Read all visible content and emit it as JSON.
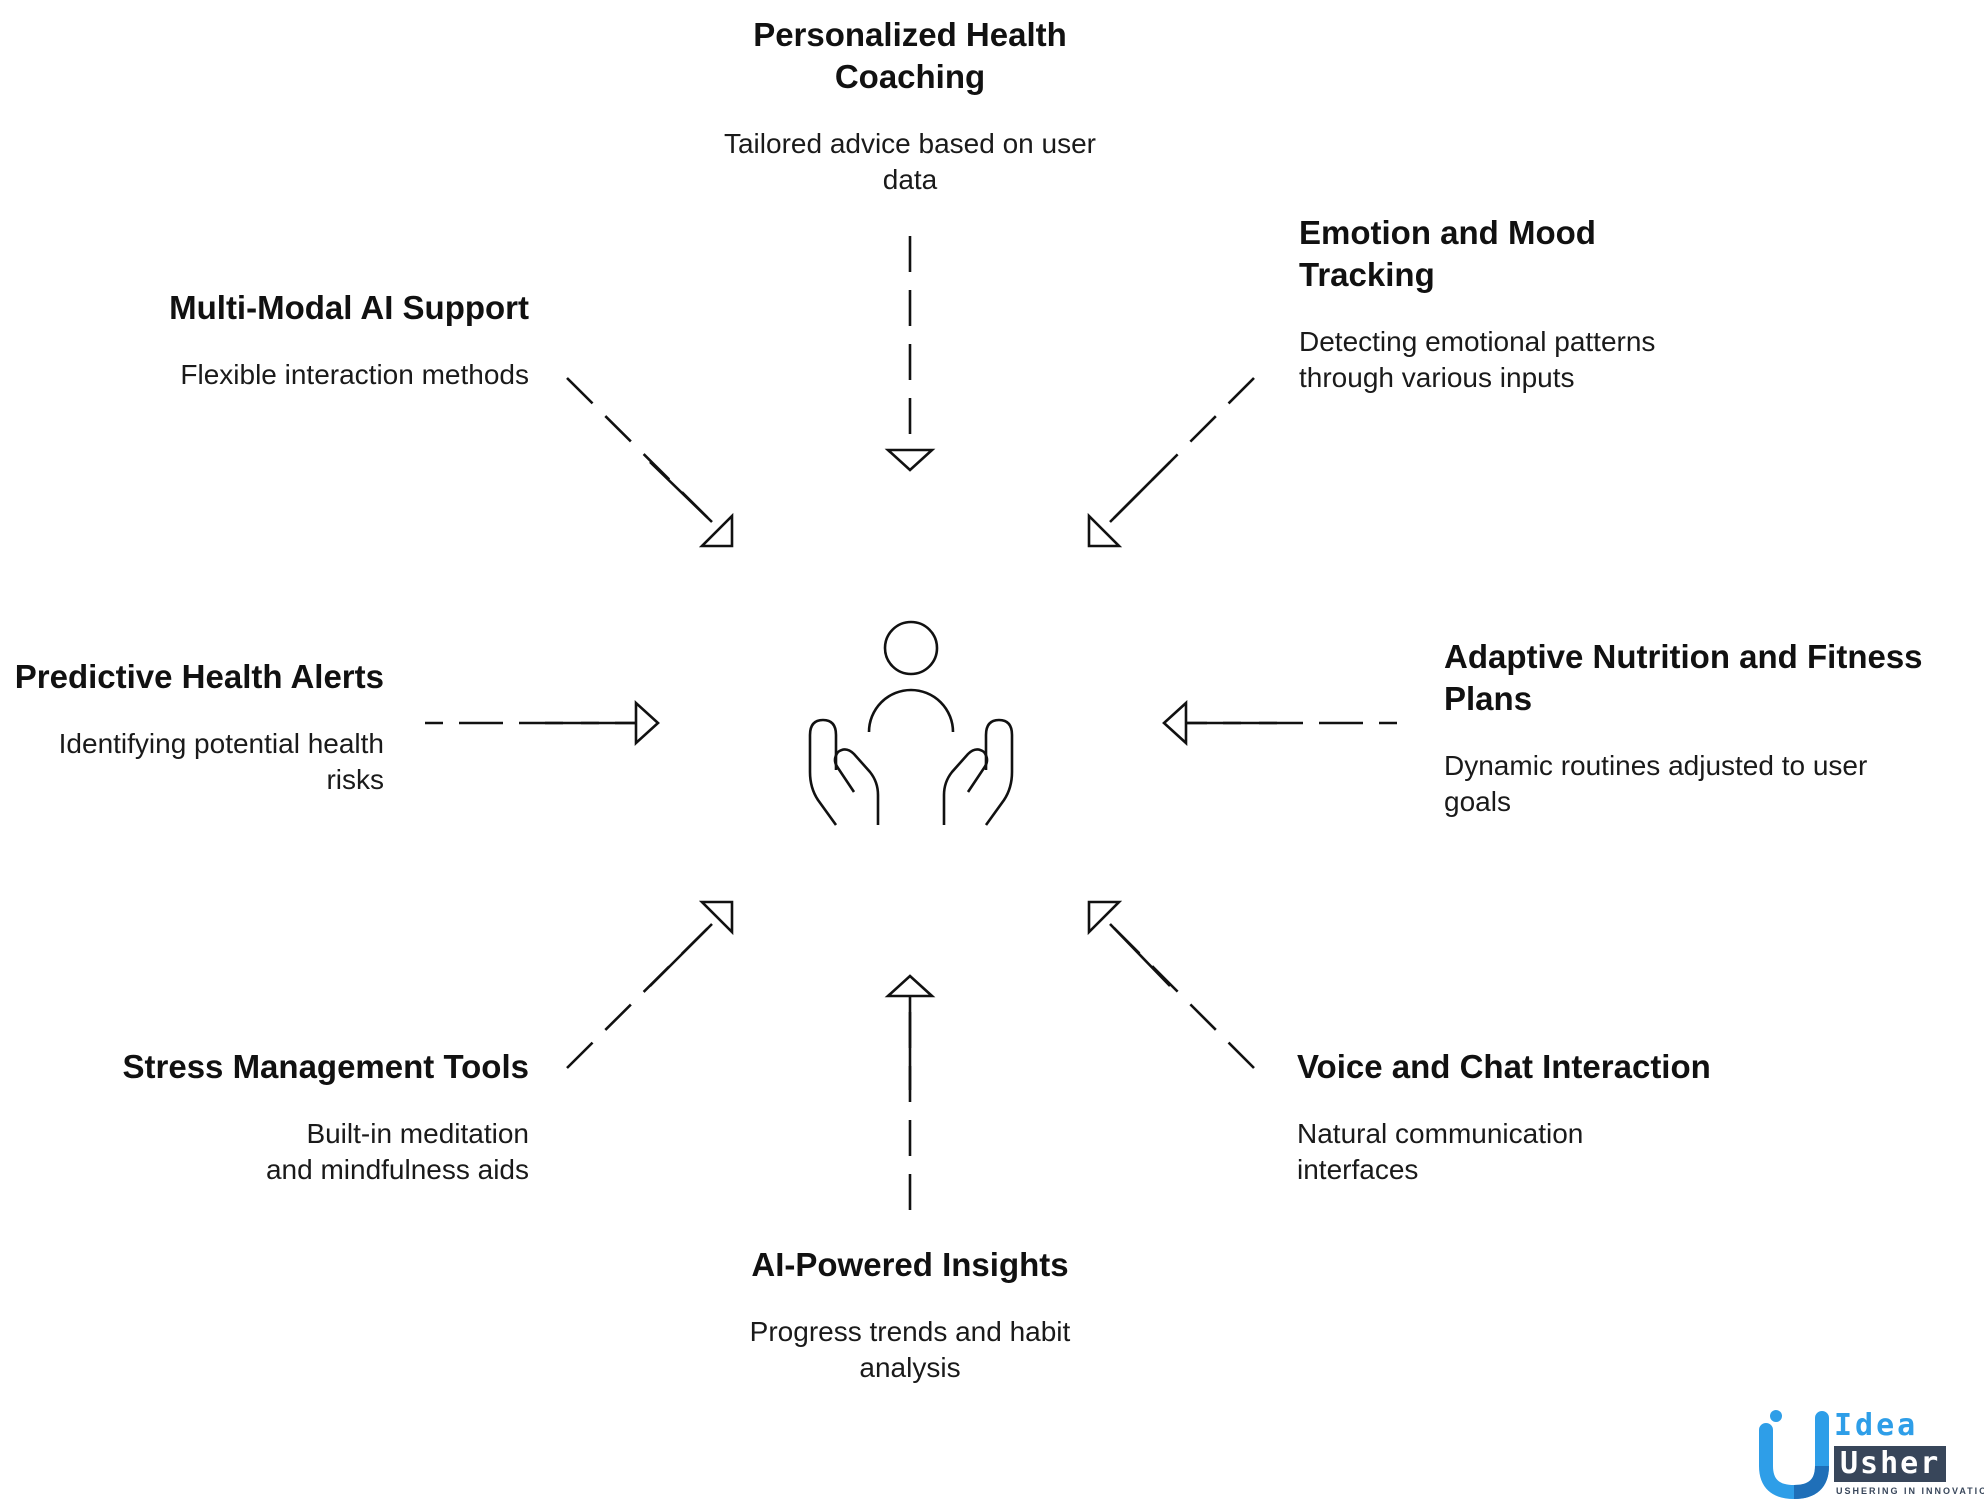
{
  "colors": {
    "ink": "#111111",
    "logo_blue": "#2e9ee8",
    "logo_dark": "#38465a"
  },
  "center_icon": "person-with-caring-hands-icon",
  "features": {
    "top": {
      "title": "Personalized Health Coaching",
      "description": "Tailored advice based on user data"
    },
    "top_right": {
      "title": "Emotion and Mood Tracking",
      "description": "Detecting emotional patterns through various inputs"
    },
    "right": {
      "title": "Adaptive Nutrition and Fitness Plans",
      "description": "Dynamic routines adjusted to user goals"
    },
    "bottom_right": {
      "title": "Voice and Chat Interaction",
      "description": "Natural communication interfaces"
    },
    "bottom": {
      "title": "AI-Powered Insights",
      "description": "Progress trends and habit analysis"
    },
    "bottom_left": {
      "title": "Stress Management Tools",
      "description": "Built-in meditation and mindfulness aids"
    },
    "left": {
      "title": "Predictive Health Alerts",
      "description": "Identifying potential health risks"
    },
    "top_left": {
      "title": "Multi-Modal AI Support",
      "description": "Flexible interaction methods"
    }
  },
  "logo": {
    "word1": "Idea",
    "word2": "Usher",
    "tagline": "USHERING IN INNOVATION"
  }
}
